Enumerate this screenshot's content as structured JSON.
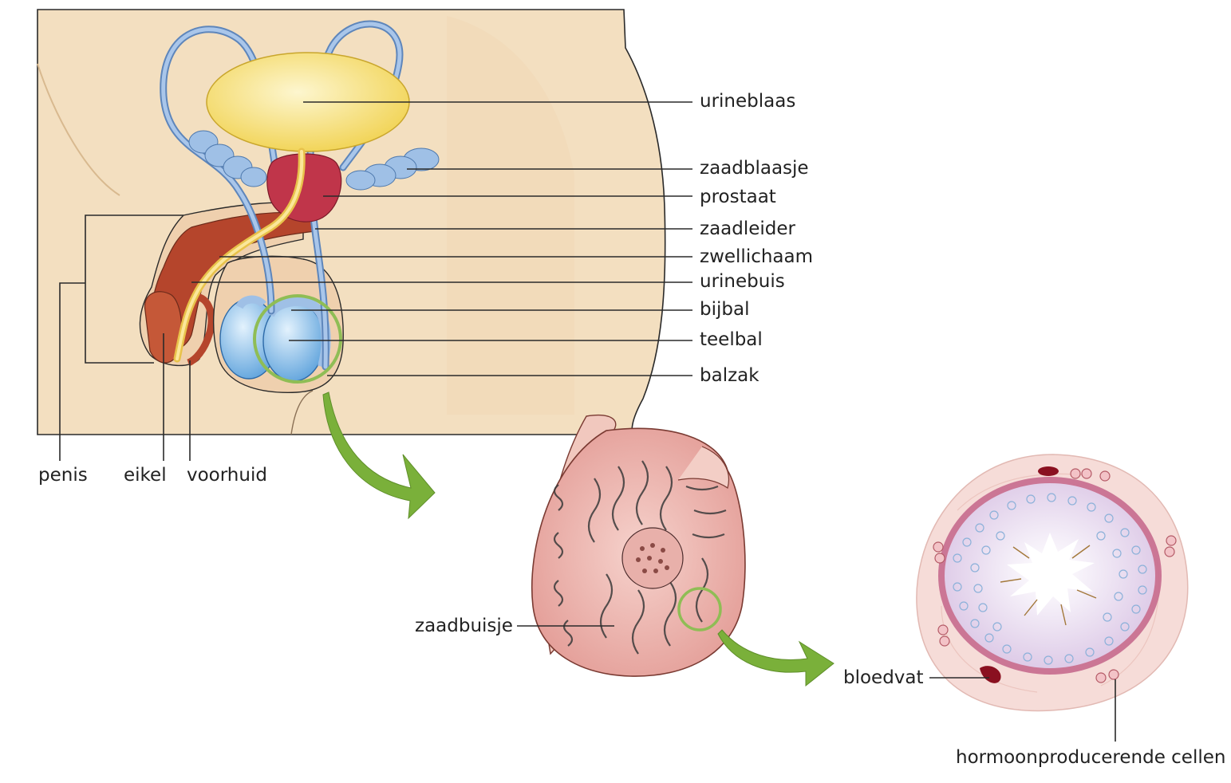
{
  "diagram": {
    "labels": {
      "urineblaas": "urineblaas",
      "zaadblaasje": "zaadblaasje",
      "prostaat": "prostaat",
      "zaadleider": "zaadleider",
      "zwellichaam": "zwellichaam",
      "urinebuis": "urinebuis",
      "bijbal": "bijbal",
      "teelbal": "teelbal",
      "balzak": "balzak",
      "penis": "penis",
      "eikel": "eikel",
      "voorhuid": "voorhuid",
      "zaadbuisje": "zaadbuisje",
      "bloedvat": "bloedvat",
      "hormoonproducerende_cellen": "hormoonproducerende cellen"
    },
    "colors": {
      "skin": "#f3dfc0",
      "skin_shadow": "#e6c9a2",
      "bladder": "#f6e07a",
      "prostate": "#c0354a",
      "vas_deferens": "#8fb3dc",
      "erectile_tissue": "#b5452c",
      "urethra": "#f3d56b",
      "testis": "#8fc4ee",
      "seminal_vesicle": "#9fc0e6",
      "arrow": "#7ab03a",
      "testis_section": "#e9aaa5",
      "tubule_outer": "#f6dcd8",
      "tubule_inner": "#e2d2ea",
      "blood": "#8a1020"
    }
  }
}
